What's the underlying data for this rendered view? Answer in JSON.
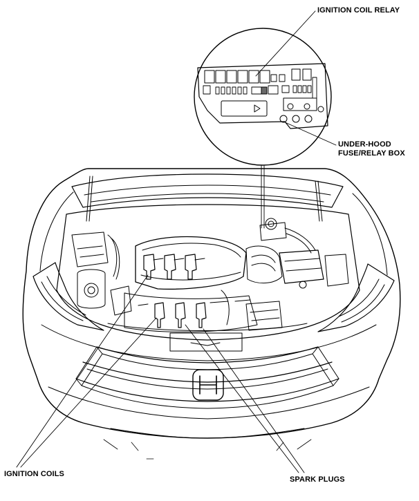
{
  "labels": {
    "ignition_coil_relay": "IGNITION COIL RELAY",
    "fuse_box_line1": "UNDER-HOOD",
    "fuse_box_line2": "FUSE/RELAY BOX",
    "ignition_coils": "IGNITION COILS",
    "spark_plugs": "SPARK PLUGS"
  },
  "colors": {
    "ink": "#000000",
    "paper": "#ffffff",
    "shade": "#6a6a6a"
  }
}
